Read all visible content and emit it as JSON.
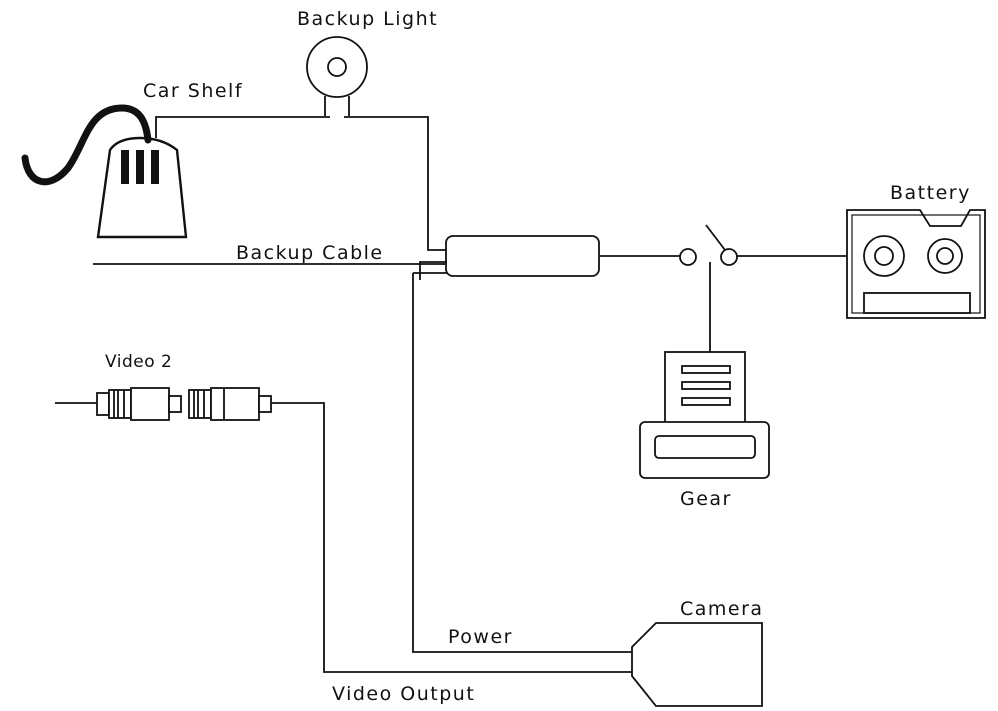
{
  "labels": {
    "backup_light": "Backup Light",
    "car_shelf": "Car Shelf",
    "backup_cable": "Backup Cable",
    "battery": "Battery",
    "video_2": "Video 2",
    "gear": "Gear",
    "camera": "Camera",
    "power": "Power",
    "video_output": "Video Output"
  }
}
